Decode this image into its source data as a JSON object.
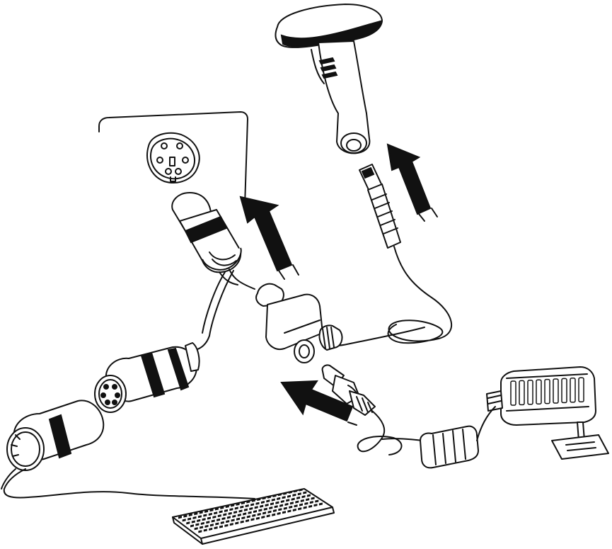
{
  "figure": {
    "description_hidden": "",
    "components": [
      "barcode-scanner",
      "scanner-cable",
      "ps2-y-adapter",
      "ps2-socket-pinout",
      "computer-plug",
      "keyboard-connectors",
      "keyboard",
      "power-supply",
      "power-plug"
    ],
    "arrows": [
      "scanner-arrow",
      "host-arrow",
      "power-arrow"
    ],
    "colors": {
      "line": "#111111",
      "fill": "#ffffff"
    }
  }
}
